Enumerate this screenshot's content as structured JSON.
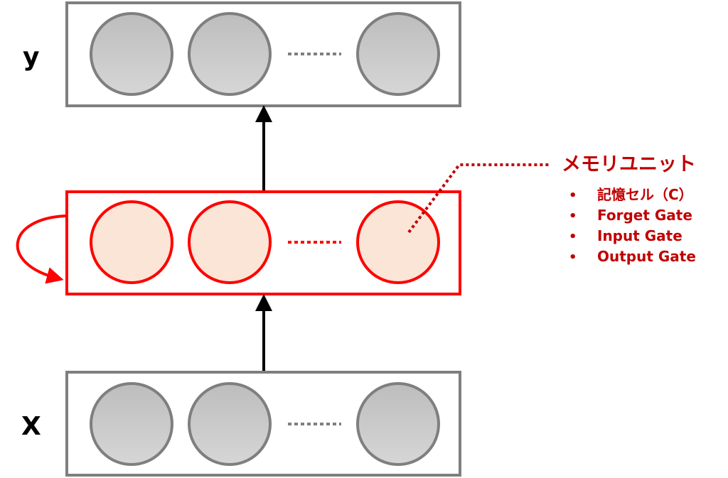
{
  "layers": {
    "output_label": "y",
    "input_label": "X"
  },
  "memory_unit": {
    "title": "メモリユニット",
    "bullet": "•",
    "items": [
      "記憶セル（C）",
      "Forget Gate",
      "Input Gate",
      "Output Gate"
    ]
  },
  "colors": {
    "gray_border": "#7f7f7f",
    "gray_fill": "#c8c8c8",
    "red": "#ff0000",
    "dark_red": "#c00000",
    "peach_fill": "#fbe5d6"
  }
}
